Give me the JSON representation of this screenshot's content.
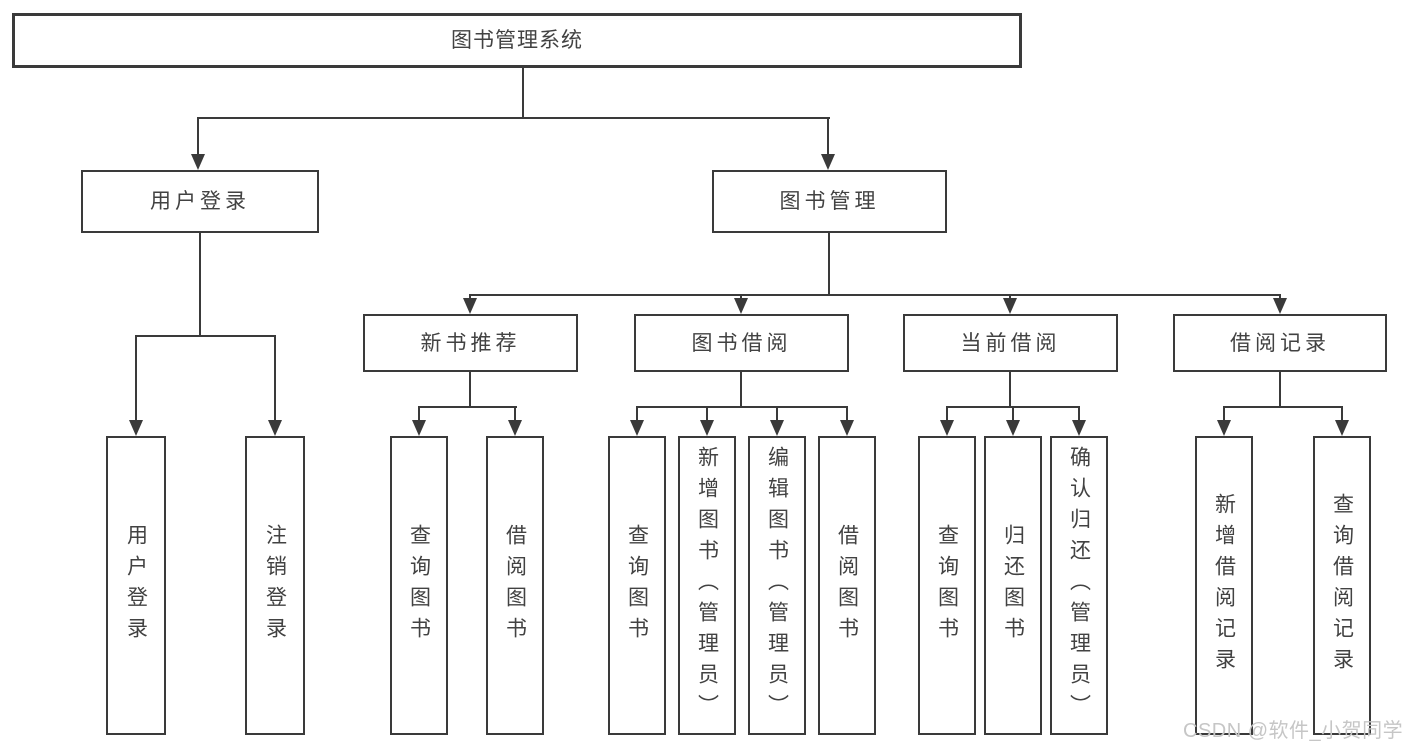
{
  "tree": {
    "root": "图书管理系统",
    "children": [
      {
        "label": "用户登录",
        "children": [
          "用户登录",
          "注销登录"
        ]
      },
      {
        "label": "图书管理",
        "children": [
          {
            "label": "新书推荐",
            "leaves": [
              "查询图书",
              "借阅图书"
            ]
          },
          {
            "label": "图书借阅",
            "leaves": [
              "查询图书",
              "新增图书（管理员）",
              "编辑图书（管理员）",
              "借阅图书"
            ]
          },
          {
            "label": "当前借阅",
            "leaves": [
              "查询图书",
              "归还图书",
              "确认归还（管理员）"
            ]
          },
          {
            "label": "借阅记录",
            "leaves": [
              "新增借阅记录",
              "查询借阅记录"
            ]
          }
        ]
      }
    ]
  },
  "watermark": {
    "text": "CSDN @软件_小贺同学"
  },
  "colors": {
    "line": "#3a3a3a",
    "text": "#424242",
    "watermark": "#c6c6c6",
    "background": "#ffffff"
  }
}
